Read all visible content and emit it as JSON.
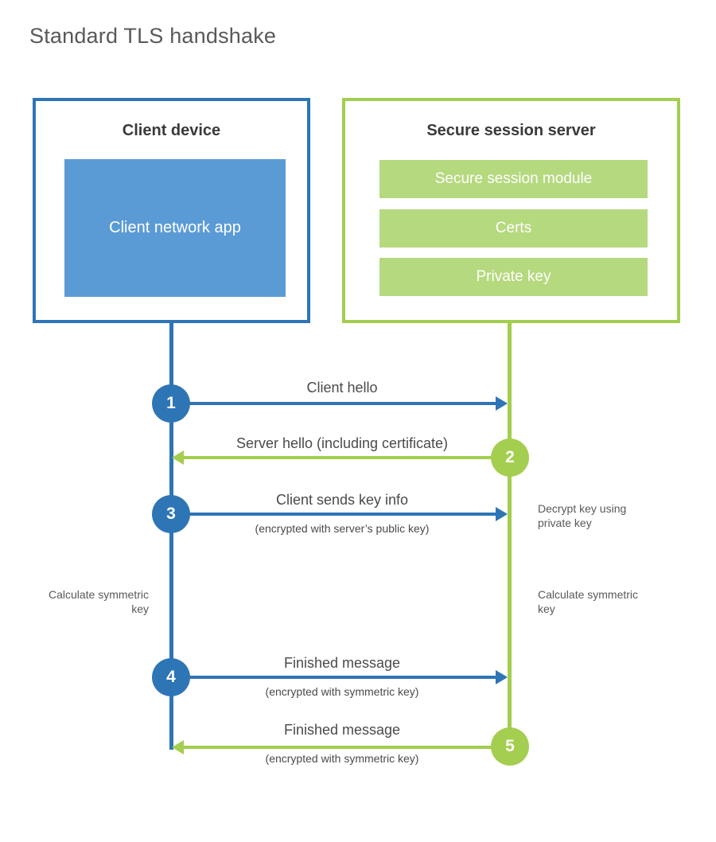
{
  "title": "Standard TLS handshake",
  "colors": {
    "blue": "#2e75b6",
    "blue-fill": "#5b9bd5",
    "green": "#a3ce4f",
    "green-fill": "#b5d97e"
  },
  "client": {
    "title": "Client device",
    "app_label": "Client network app"
  },
  "server": {
    "title": "Secure session server",
    "modules": [
      "Secure session module",
      "Certs",
      "Private key"
    ]
  },
  "steps": [
    {
      "num": "1",
      "label": "Client hello",
      "sub": "",
      "direction": "right",
      "color": "blue"
    },
    {
      "num": "2",
      "label": "Server hello (including certificate)",
      "sub": "",
      "direction": "left",
      "color": "green"
    },
    {
      "num": "3",
      "label": "Client sends key info",
      "sub": "(encrypted with server’s public key)",
      "direction": "right",
      "color": "blue"
    },
    {
      "num": "4",
      "label": "Finished message",
      "sub": "(encrypted with symmetric key)",
      "direction": "right",
      "color": "blue"
    },
    {
      "num": "5",
      "label": "Finished message",
      "sub": "(encrypted with symmetric key)",
      "direction": "left",
      "color": "green"
    }
  ],
  "notes": {
    "decrypt": "Decrypt key using private key",
    "calc_left": "Calculate symmetric key",
    "calc_right": "Calculate symmetric key"
  }
}
